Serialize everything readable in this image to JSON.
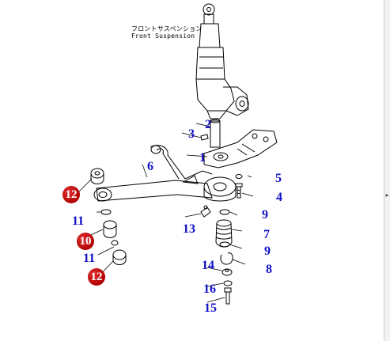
{
  "diagram": {
    "caption_jp": "フロントサスペンション",
    "caption_en": "Front Suspension",
    "colors": {
      "label": "#1010c8",
      "badge": "#c00000",
      "line": "#000000"
    }
  },
  "callouts": [
    {
      "id": "c1",
      "text": "1",
      "style": "label"
    },
    {
      "id": "c2",
      "text": "2",
      "style": "label"
    },
    {
      "id": "c3",
      "text": "3",
      "style": "label"
    },
    {
      "id": "c4",
      "text": "4",
      "style": "label"
    },
    {
      "id": "c5",
      "text": "5",
      "style": "label"
    },
    {
      "id": "c6",
      "text": "6",
      "style": "label"
    },
    {
      "id": "c7",
      "text": "7",
      "style": "label"
    },
    {
      "id": "c8",
      "text": "8",
      "style": "label"
    },
    {
      "id": "c9a",
      "text": "9",
      "style": "label"
    },
    {
      "id": "c9b",
      "text": "9",
      "style": "label"
    },
    {
      "id": "c10",
      "text": "10",
      "style": "badge"
    },
    {
      "id": "c11a",
      "text": "11",
      "style": "label"
    },
    {
      "id": "c11b",
      "text": "11",
      "style": "label"
    },
    {
      "id": "c12a",
      "text": "12",
      "style": "badge"
    },
    {
      "id": "c12b",
      "text": "12",
      "style": "badge"
    },
    {
      "id": "c13",
      "text": "13",
      "style": "label"
    },
    {
      "id": "c14",
      "text": "14",
      "style": "label"
    },
    {
      "id": "c15",
      "text": "15",
      "style": "label"
    },
    {
      "id": "c16",
      "text": "16",
      "style": "label"
    }
  ]
}
